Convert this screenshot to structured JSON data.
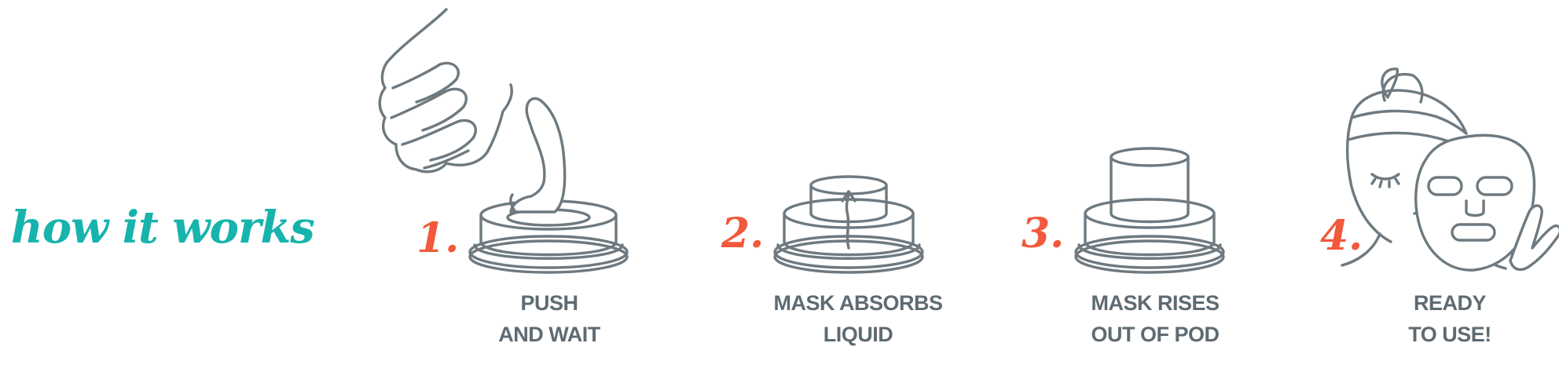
{
  "title": "how it works",
  "colors": {
    "title": "#17b3ad",
    "step_number": "#f0593b",
    "caption": "#5e6b73",
    "line_art": "#6e7980"
  },
  "steps": [
    {
      "number": "1.",
      "caption_line1": "PUSH",
      "caption_line2": "AND WAIT",
      "illustration": "hand-pressing-pod-icon"
    },
    {
      "number": "2.",
      "caption_line1": "MASK ABSORBS",
      "caption_line2": "LIQUID",
      "illustration": "pod-absorbing-icon"
    },
    {
      "number": "3.",
      "caption_line1": "MASK RISES",
      "caption_line2": "OUT OF POD",
      "illustration": "mask-rising-pod-icon"
    },
    {
      "number": "4.",
      "caption_line1": "READY",
      "caption_line2": "TO USE!",
      "illustration": "face-with-mask-icon"
    }
  ]
}
